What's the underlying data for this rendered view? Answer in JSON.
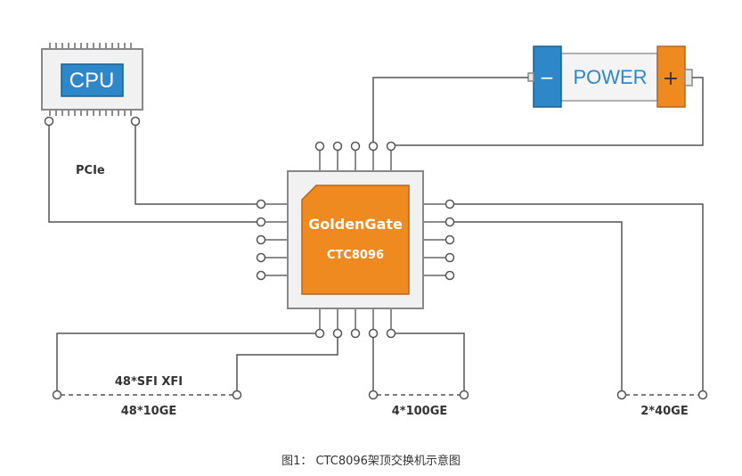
{
  "cpu": {
    "label": "CPU"
  },
  "power": {
    "minus": "−",
    "label": "POWER",
    "plus": "+"
  },
  "chip": {
    "name": "GoldenGate",
    "model": "CTC8096"
  },
  "links": {
    "pcie": "PCIe",
    "sfi": "48*SFI XFI",
    "ge10": "48*10GE",
    "ge100": "4*100GE",
    "ge40": "2*40GE"
  },
  "caption": "图1：  CTC8096架顶交换机示意图",
  "colors": {
    "blue": "#2e87c9",
    "orange": "#ee8a20",
    "chip_border": "#888888",
    "line": "#555555"
  }
}
